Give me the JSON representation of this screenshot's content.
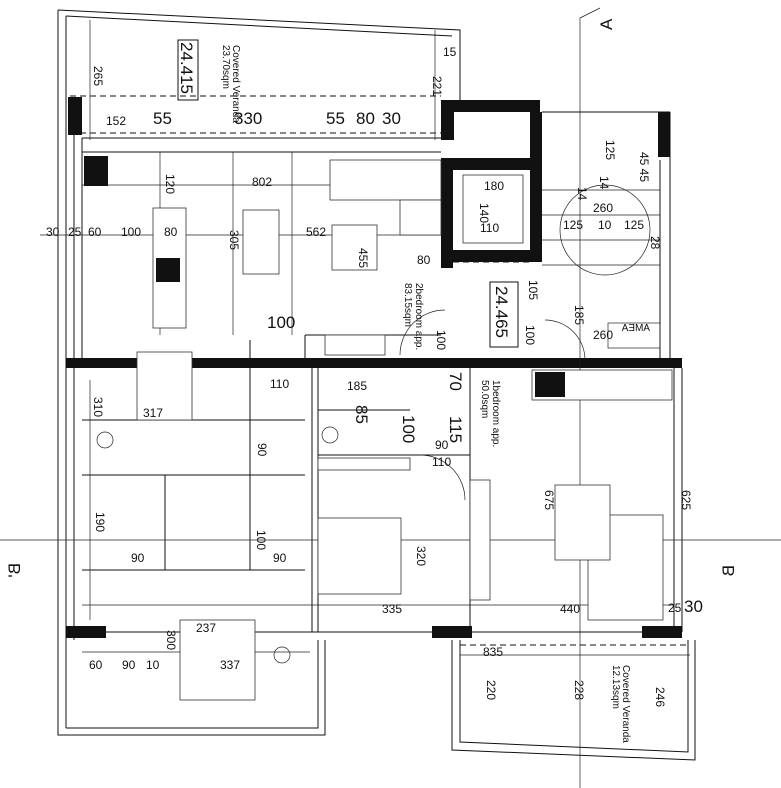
{
  "section_marks": {
    "a_top": "A",
    "b_left": "B'",
    "b_right": "B"
  },
  "levels": {
    "veranda_top": "24.415",
    "landing": "24.465"
  },
  "areas": {
    "veranda_top_name": "Covered Veranda",
    "veranda_top_area": "23.70sqm",
    "apt2_name": "2bedroom app.",
    "apt2_area": "83.15sqm",
    "apt1_name": "1bedroom app.",
    "apt1_area": "50.0sqm",
    "veranda_bottom_name": "Covered Veranda",
    "veranda_bottom_area": "12.13sqm",
    "amea": "AMEA"
  },
  "dims": {
    "d265": "265",
    "d15": "15",
    "d221": "221",
    "d152": "152",
    "d55a": "55",
    "d330": "330",
    "d55b": "55",
    "d80a": "80",
    "d30a": "30",
    "d120": "120",
    "d802": "802",
    "d30b": "30",
    "d25a": "25",
    "d60a": "60",
    "d100a": "100",
    "d80b": "80",
    "d305": "305",
    "d562": "562",
    "d455": "455",
    "d80c": "80",
    "d100b": "100",
    "d180": "180",
    "d140": "140",
    "d110a": "110",
    "d125a": "125",
    "d45": "45 45",
    "d14a": "14",
    "d14b": "14",
    "d260a": "260",
    "d125b": "125",
    "d10a": "10",
    "d125c": "125",
    "d28": "28",
    "d105": "105",
    "d100c": "100",
    "d185a": "185",
    "d260b": "260",
    "d100d": "100",
    "d110b": "110",
    "d185b": "185",
    "d85": "85",
    "d100e": "100",
    "d70": "70",
    "d115": "115",
    "d317": "317",
    "d310": "310",
    "d90a": "90",
    "d90b": "90",
    "d110c": "110",
    "d190": "190",
    "d100f": "100",
    "d90c": "90",
    "d90d": "90",
    "d320": "320",
    "d335": "335",
    "d440": "440",
    "d25b": "25",
    "d30c": "30",
    "d675": "675",
    "d625": "625",
    "d237": "237",
    "d300": "300",
    "d337": "337",
    "d60b": "60",
    "d90e": "90",
    "d10b": "10",
    "d835": "835",
    "d220": "220",
    "d228": "228",
    "d246": "246"
  }
}
